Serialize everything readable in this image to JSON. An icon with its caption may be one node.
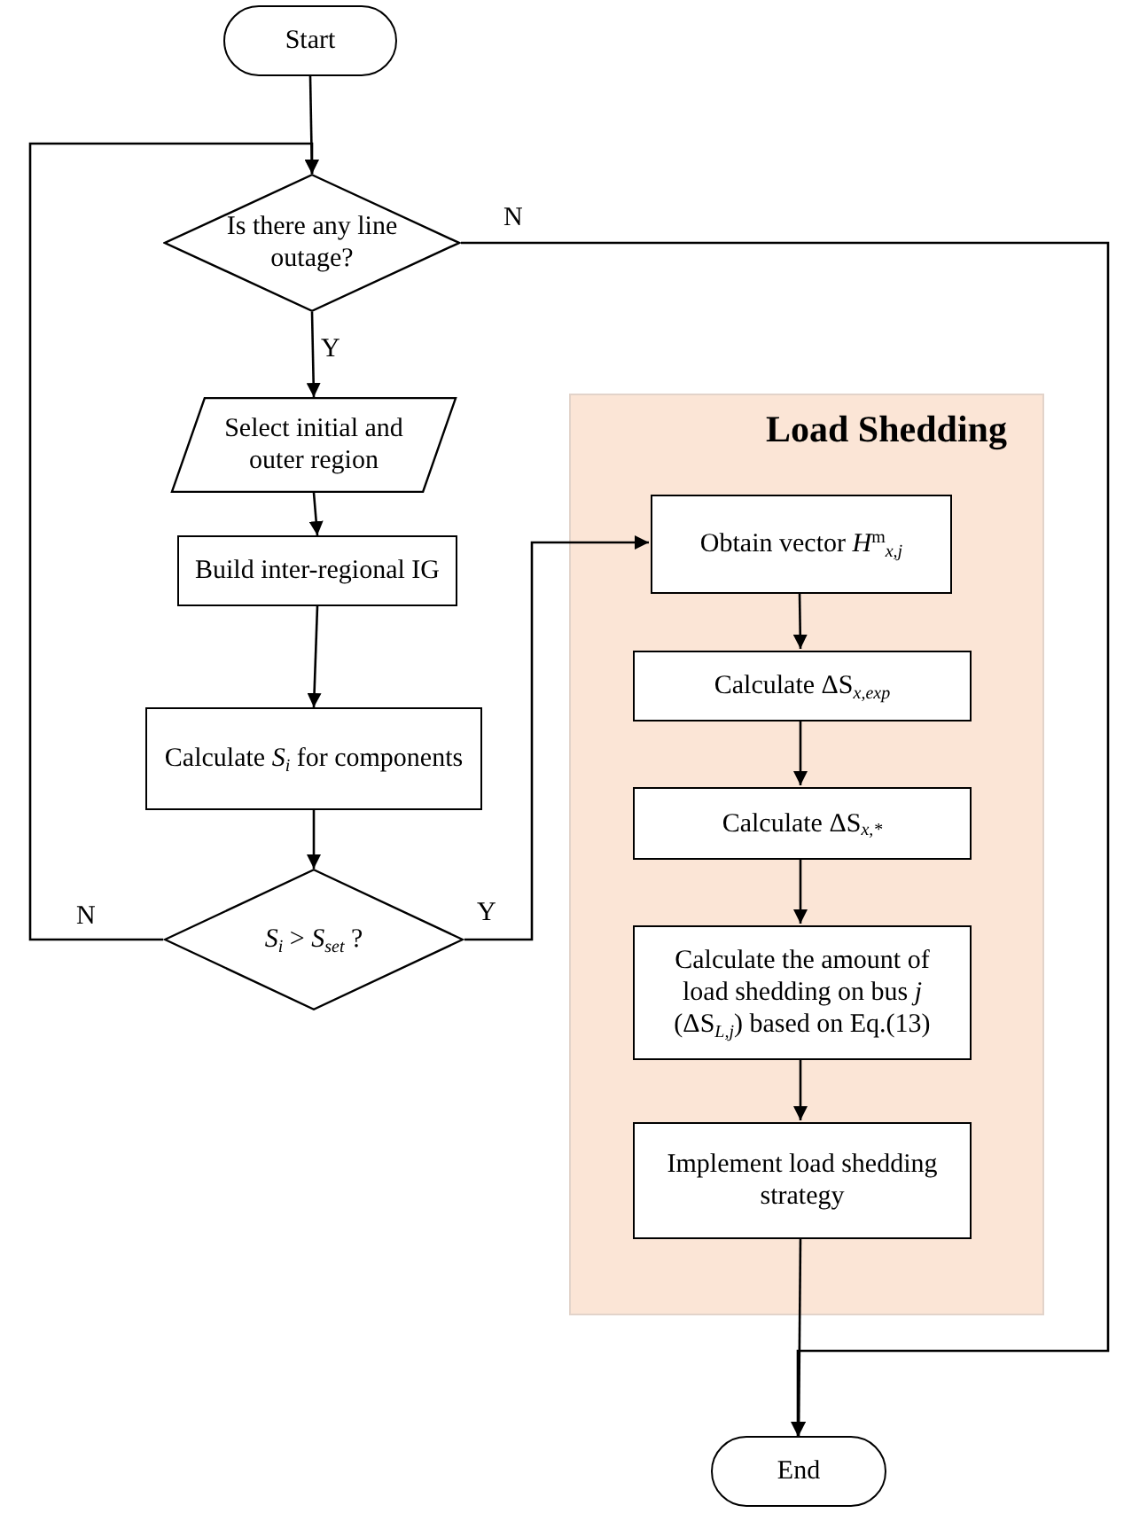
{
  "diagram": {
    "nodes": [
      {
        "text": [
          "Start"
        ]
      },
      {
        "text": [
          "Is there any line outage?"
        ]
      },
      {
        "text": [
          "Select initial and outer region"
        ]
      },
      {
        "text": [
          "Build inter-regional IG"
        ]
      },
      {
        "text": [
          "Calculate *S*$_{i}$ for components"
        ]
      },
      {
        "text": [
          "*S*$_{i}$ > *S*$_{set}$ ?"
        ]
      },
      {
        "text": [
          "Load Shedding"
        ]
      },
      {
        "text": [
          "Obtain vector *H*$^{m}$$_{x,j}$"
        ],
        "in": 6
      },
      {
        "text": [
          "Calculate ΔS$_{x,exp}$"
        ],
        "in": 6
      },
      {
        "text": [
          "Calculate ΔS$_{x,*}$"
        ],
        "in": 6
      },
      {
        "text": [
          "Calculate the amount of load shedding on bus *j* (ΔS$_{L,j}$) based on Eq.(13)"
        ],
        "in": 6
      },
      {
        "text": [
          "Implement load shedding strategy"
        ],
        "in": 6
      },
      {
        "text": [
          "End"
        ]
      }
    ],
    "edges": [
      {
        "from": 0,
        "to": 1,
        "arrow": "to"
      },
      {
        "from": 1,
        "to": 2,
        "arrow": "to",
        "label": "Y"
      },
      {
        "from": 2,
        "to": 3,
        "arrow": "to"
      },
      {
        "from": 3,
        "to": 4,
        "arrow": "to"
      },
      {
        "from": 4,
        "to": 5,
        "arrow": "to"
      },
      {
        "from": 5,
        "to": 1,
        "arrow": "to",
        "label": "N"
      },
      {
        "from": 1,
        "to": 12,
        "arrow": "to",
        "label": "N"
      },
      {
        "from": 5,
        "to": 7,
        "arrow": "to",
        "label": "Y"
      },
      {
        "from": 7,
        "to": 8,
        "arrow": "to"
      },
      {
        "from": 8,
        "to": 9,
        "arrow": "to"
      },
      {
        "from": 9,
        "to": 10,
        "arrow": "to"
      },
      {
        "from": 10,
        "to": 11,
        "arrow": "to"
      },
      {
        "from": 11,
        "to": 12,
        "arrow": "to"
      }
    ]
  }
}
